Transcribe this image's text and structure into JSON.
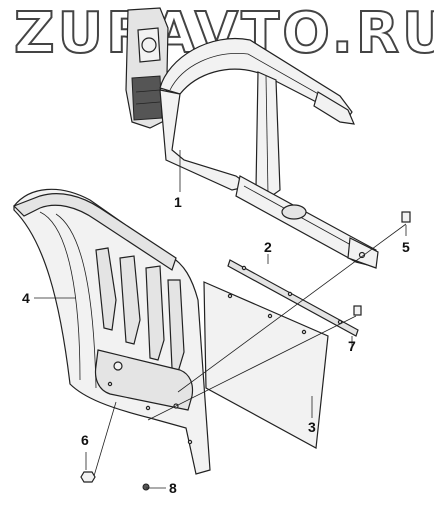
{
  "watermark": "ZURAVTO.RU",
  "callouts": [
    {
      "id": "1",
      "label": "1"
    },
    {
      "id": "2",
      "label": "2"
    },
    {
      "id": "3",
      "label": "3"
    },
    {
      "id": "4",
      "label": "4"
    },
    {
      "id": "5",
      "label": "5"
    },
    {
      "id": "6",
      "label": "6"
    },
    {
      "id": "7",
      "label": "7"
    },
    {
      "id": "8",
      "label": "8"
    }
  ]
}
